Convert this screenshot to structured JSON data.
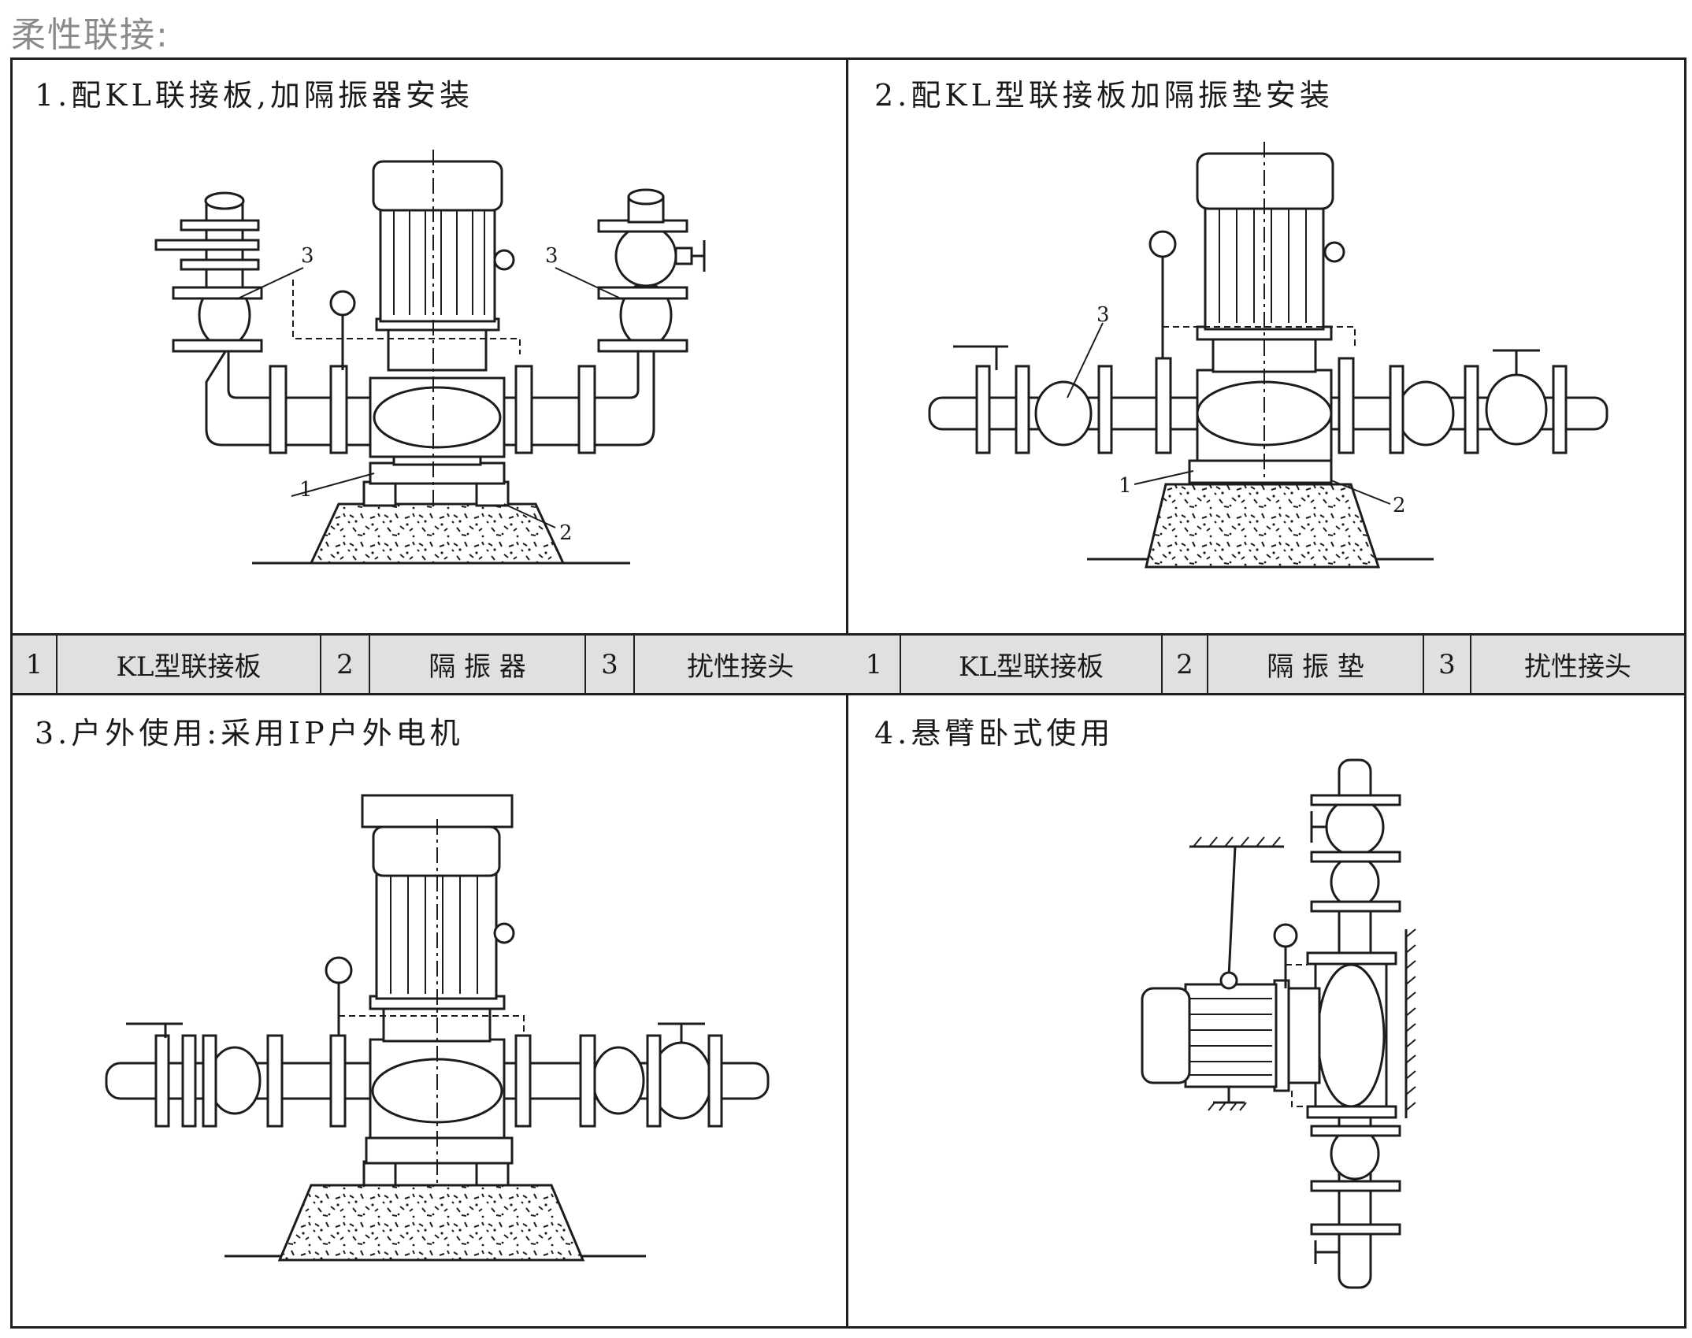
{
  "page_title": "柔性联接:",
  "panels": [
    {
      "title": "1.配KL联接板,加隔振器安装",
      "callouts": [
        "1",
        "2",
        "3"
      ]
    },
    {
      "title": "2.配KL型联接板加隔振垫安装",
      "callouts": [
        "1",
        "2",
        "3"
      ]
    },
    {
      "title": "3.户外使用:采用IP户外电机"
    },
    {
      "title": "4.悬臂卧式使用"
    }
  ],
  "legend_left": [
    {
      "no": "1",
      "name": "KL型联接板"
    },
    {
      "no": "2",
      "name": "隔 振 器"
    },
    {
      "no": "3",
      "name": "扰性接头"
    }
  ],
  "legend_right": [
    {
      "no": "1",
      "name": "KL型联接板"
    },
    {
      "no": "2",
      "name": "隔 振 垫"
    },
    {
      "no": "3",
      "name": "扰性接头"
    }
  ]
}
